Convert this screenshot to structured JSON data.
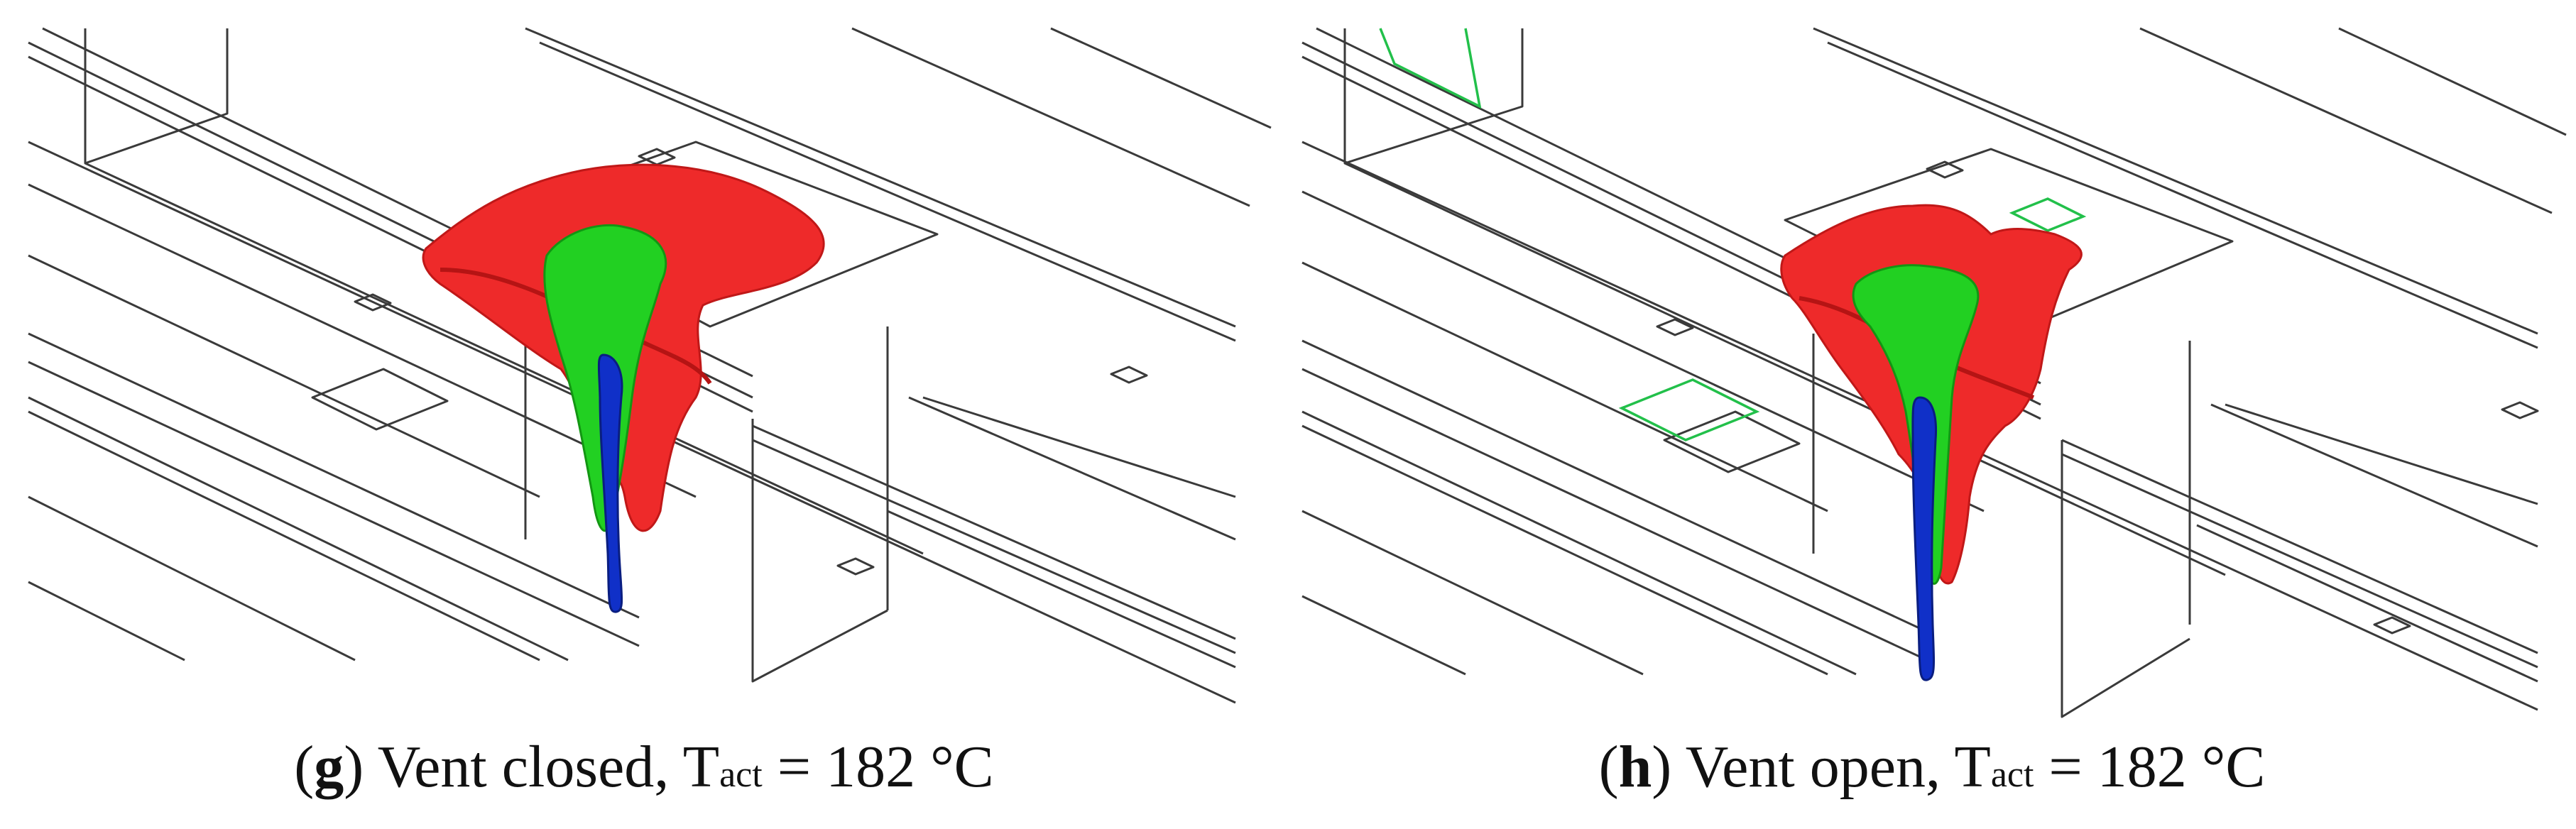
{
  "panels": [
    {
      "letter": "g",
      "caption": "Vent closed, T",
      "subscript": "act",
      "value": "= 182 °C",
      "colors": {
        "outer": "#ee2a2a",
        "middle": "#22d022",
        "core": "#1030c8",
        "wire": "#3a3a3a"
      }
    },
    {
      "letter": "h",
      "caption": "Vent open, T",
      "subscript": "act",
      "value": "= 182 °C",
      "colors": {
        "outer": "#ee2a2a",
        "middle": "#22d022",
        "core": "#1030c8",
        "wire": "#3a3a3a",
        "vent": "#22c04a"
      }
    }
  ]
}
